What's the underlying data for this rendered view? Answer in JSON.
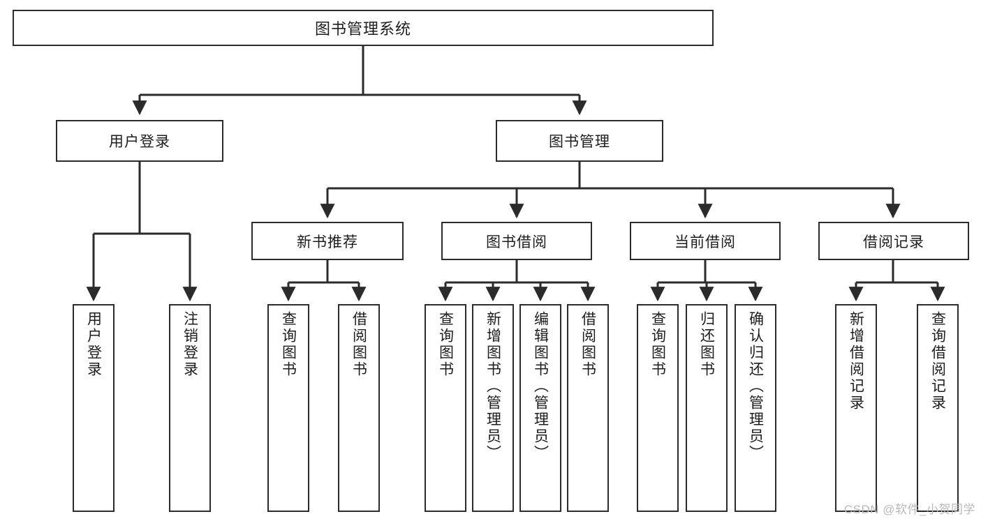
{
  "diagram": {
    "type": "tree",
    "title": "图书管理系统",
    "watermark": "CSDN @软件_小贺同学",
    "colors": {
      "background": "#ffffff",
      "box_fill": "#ffffff",
      "box_stroke": "#2b2b2b",
      "edge_stroke": "#2b2b2b",
      "text": "#1d1d1d",
      "watermark_text": "#b9b9b9"
    },
    "nodes": {
      "root": {
        "label": "图书管理系统"
      },
      "level2": [
        {
          "id": "user-login",
          "label": "用户登录"
        },
        {
          "id": "book-manage",
          "label": "图书管理"
        }
      ],
      "level3": [
        {
          "id": "new-book-recommend",
          "label": "新书推荐"
        },
        {
          "id": "book-borrow",
          "label": "图书借阅"
        },
        {
          "id": "current-borrow",
          "label": "当前借阅"
        },
        {
          "id": "borrow-record",
          "label": "借阅记录"
        }
      ],
      "leaves": {
        "user_login": [
          {
            "id": "leaf-user-login",
            "label": "用户登录"
          },
          {
            "id": "leaf-logout-login",
            "label": "注销登录"
          }
        ],
        "new_book_recommend": [
          {
            "id": "leaf-query-book-1",
            "label": "查询图书"
          },
          {
            "id": "leaf-borrow-book-1",
            "label": "借阅图书"
          }
        ],
        "book_borrow": [
          {
            "id": "leaf-query-book-2",
            "label": "查询图书"
          },
          {
            "id": "leaf-add-book",
            "label": "新增图书（管理员）"
          },
          {
            "id": "leaf-edit-book",
            "label": "编辑图书（管理员）"
          },
          {
            "id": "leaf-borrow-book-2",
            "label": "借阅图书"
          }
        ],
        "current_borrow": [
          {
            "id": "leaf-query-book-3",
            "label": "查询图书"
          },
          {
            "id": "leaf-return-book",
            "label": "归还图书"
          },
          {
            "id": "leaf-confirm-return",
            "label": "确认归还（管理员）"
          }
        ],
        "borrow_record": [
          {
            "id": "leaf-add-record",
            "label": "新增借阅记录"
          },
          {
            "id": "leaf-query-record",
            "label": "查询借阅记录"
          }
        ]
      }
    }
  }
}
